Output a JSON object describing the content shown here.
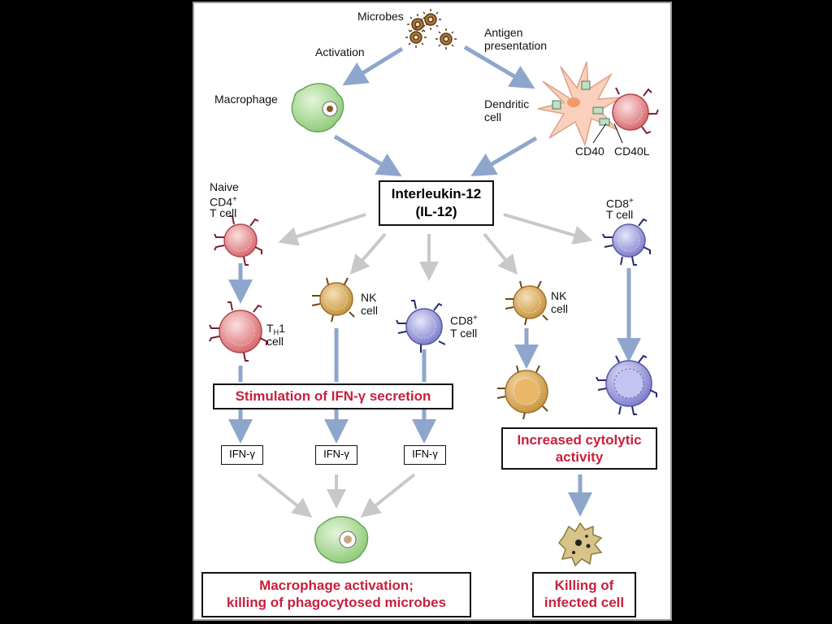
{
  "labels": {
    "microbes": "Microbes",
    "activation": "Activation",
    "antigen_line1": "Antigen",
    "antigen_line2": "presentation",
    "macrophage": "Macrophage",
    "dendritic_line1": "Dendritic",
    "dendritic_line2": "cell",
    "cd40": "CD40",
    "cd40l": "CD40L",
    "naive_line1": "Naive",
    "naive_line2": "CD4",
    "naive_sup": "+",
    "naive_line3": "T cell",
    "cd8_top_line1": "CD8",
    "cd8_top_sup": "+",
    "cd8_top_line2": "T cell",
    "th1_T": "T",
    "th1_sub": "H",
    "th1_num": "1",
    "th1_cell": "cell",
    "nk_left_line1": "NK",
    "nk_left_line2": "cell",
    "cd8_mid_line1": "CD8",
    "cd8_mid_sup": "+",
    "cd8_mid_line2": "T cell",
    "nk_right_line1": "NK",
    "nk_right_line2": "cell"
  },
  "boxes": {
    "il12_line1": "Interleukin-12",
    "il12_line2": "(IL-12)",
    "stimulation": "Stimulation of IFN-γ secretion",
    "ifn1": "IFN-γ",
    "ifn2": "IFN-γ",
    "ifn3": "IFN-γ",
    "cytolytic_line1": "Increased cytolytic",
    "cytolytic_line2": "activity",
    "macrophage_line1": "Macrophage activation;",
    "macrophage_line2": "killing of phagocytosed microbes",
    "killing_line1": "Killing of",
    "killing_line2": "infected cell"
  },
  "colors": {
    "emphasis_text": "#c8203c",
    "blue_arrow": "#8fa6cc",
    "gray_arrow": "#c8c8c8",
    "macrophage_green": "#b3dfa0",
    "dendritic_pink": "#f7c6b0",
    "cd4_red": "#e28585",
    "nk_gold": "#d9a85a",
    "cd8_violet": "#9898d8",
    "dead_cell_tan": "#d7c488"
  }
}
